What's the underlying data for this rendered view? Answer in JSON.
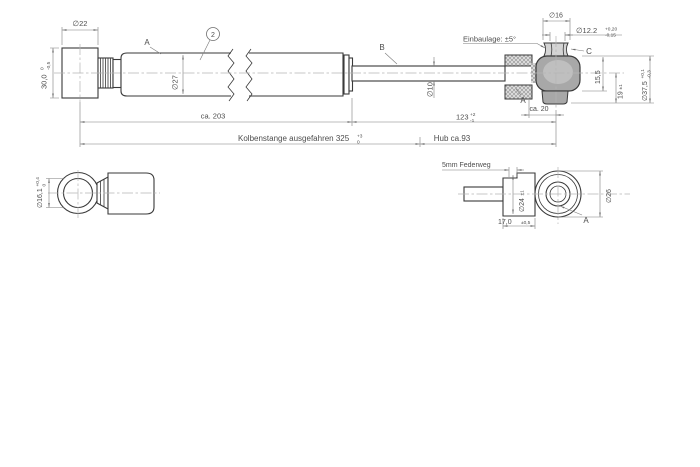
{
  "colors": {
    "line_dark": "#3a3a3a",
    "line_dim": "#7d7d7d",
    "centerline": "#b5b5b5",
    "metal_gray": "#a8a8a8",
    "metal_light": "#d4d4d4",
    "metal_highlight": "#bfbfbf"
  },
  "main": {
    "dia22": {
      "value": "∅22"
    },
    "h30": {
      "value": "30,0",
      "tol_up": "0",
      "tol_dn": "-0,5"
    },
    "label_a": "A",
    "balloon": "2",
    "dia27": {
      "value": "∅27"
    },
    "label_b": "B",
    "dia10": {
      "value": "∅10"
    },
    "einbaulage": "Einbaulage: ±5°",
    "dia16": {
      "value": "∅16"
    },
    "dia12_2": {
      "value": "∅12.2",
      "tol_up": "+0,20",
      "tol_dn": "-0,15"
    },
    "label_c": "C",
    "d15_5": {
      "value": "15,5"
    },
    "d19": {
      "value": "19",
      "tol": "±1"
    },
    "dia37_5": {
      "value": "∅37,5",
      "tol_up": "+0,1",
      "tol_dn": "-0,3"
    },
    "label_a2": "A",
    "ca20": "ca. 20",
    "ca203": "ca. 203",
    "d123": {
      "value": "123",
      "tol_up": "+2",
      "tol_dn": "-1"
    },
    "extended": {
      "text": "Kolbenstange ausgefahren 325",
      "tol_up": "+3",
      "tol_dn": "0"
    },
    "hub": "Hub ca.93"
  },
  "detail_left": {
    "dia16_1": {
      "value": "∅16,1",
      "tol_up": "+0,4",
      "tol_dn": "0"
    }
  },
  "detail_right": {
    "federweg": "5mm Federweg",
    "dia24": {
      "value": "∅24",
      "tol": "±1"
    },
    "dia26": {
      "value": "∅26"
    },
    "d17": {
      "value": "17,0",
      "tol": "±0,5"
    },
    "label_a": "A"
  }
}
